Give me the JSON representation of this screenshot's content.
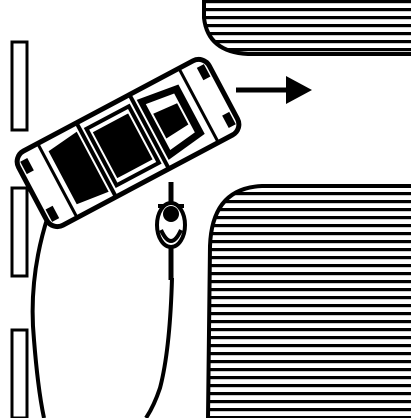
{
  "illustration": {
    "subject": "car-turning-right-across-cyclist-path",
    "colors": {
      "ink": "#000000",
      "paper": "#ffffff"
    },
    "elements": {
      "lane_markings": 3,
      "arrow_direction": "right"
    }
  }
}
